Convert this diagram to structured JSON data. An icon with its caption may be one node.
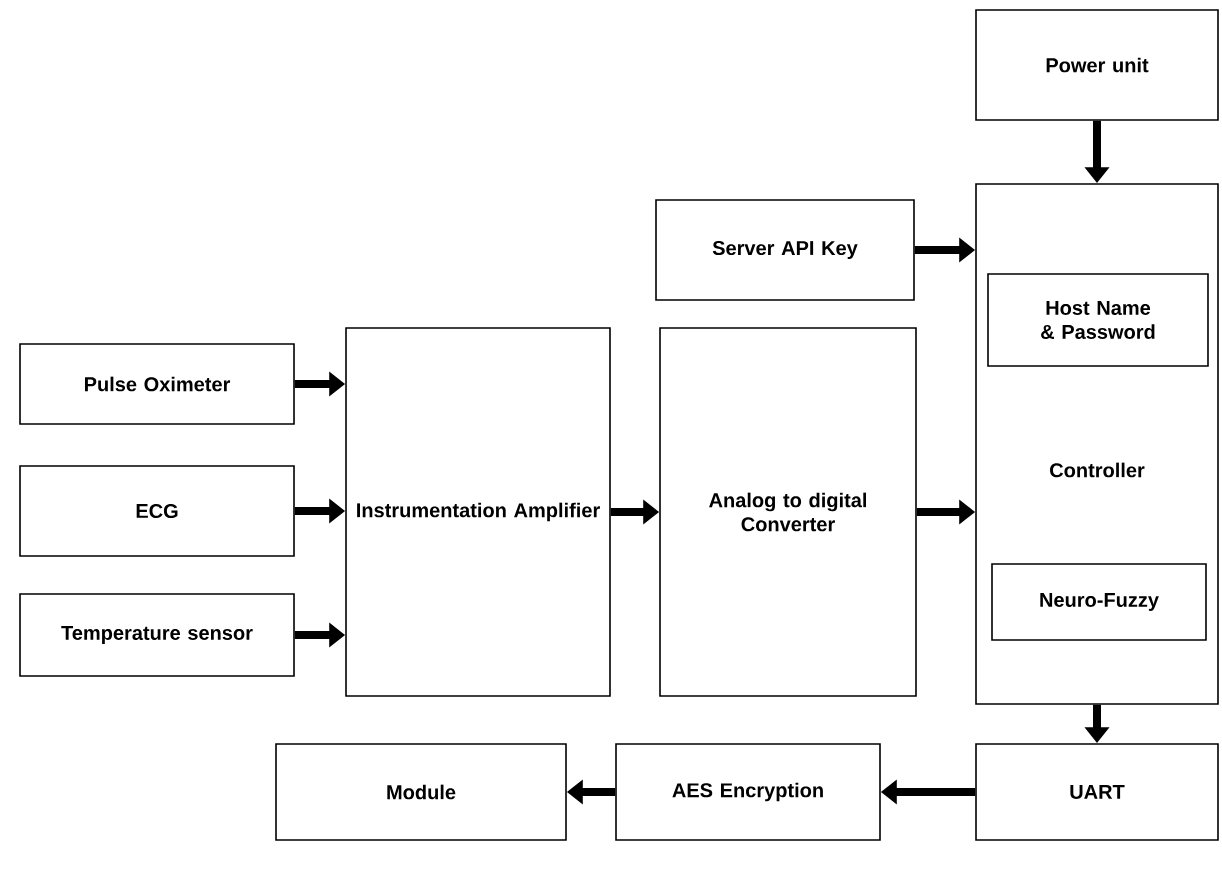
{
  "diagram": {
    "nodes": [
      {
        "text": [
          "Power unit"
        ]
      },
      {
        "text": [
          "Server API Key"
        ]
      },
      {
        "text": [
          "Controller"
        ]
      },
      {
        "text": [
          "Host Name & Password"
        ],
        "in": 2
      },
      {
        "text": [
          "Neuro-Fuzzy"
        ],
        "in": 2
      },
      {
        "text": [
          "Pulse Oximeter"
        ]
      },
      {
        "text": [
          "ECG"
        ]
      },
      {
        "text": [
          "Temperature sensor"
        ]
      },
      {
        "text": [
          "Instrumentation Amplifier"
        ]
      },
      {
        "text": [
          "Analog to digital Converter"
        ]
      },
      {
        "text": [
          "UART"
        ]
      },
      {
        "text": [
          "AES Encryption"
        ]
      },
      {
        "text": [
          "Module"
        ]
      }
    ],
    "edges": [
      {
        "from": 0,
        "to": 2,
        "arrow": "to"
      },
      {
        "from": 1,
        "to": 2,
        "arrow": "to"
      },
      {
        "from": 5,
        "to": 8,
        "arrow": "to"
      },
      {
        "from": 6,
        "to": 8,
        "arrow": "to"
      },
      {
        "from": 7,
        "to": 8,
        "arrow": "to"
      },
      {
        "from": 8,
        "to": 9,
        "arrow": "to"
      },
      {
        "from": 9,
        "to": 2,
        "arrow": "to"
      },
      {
        "from": 2,
        "to": 10,
        "arrow": "to"
      },
      {
        "from": 10,
        "to": 11,
        "arrow": "to"
      },
      {
        "from": 11,
        "to": 12,
        "arrow": "to"
      }
    ]
  }
}
